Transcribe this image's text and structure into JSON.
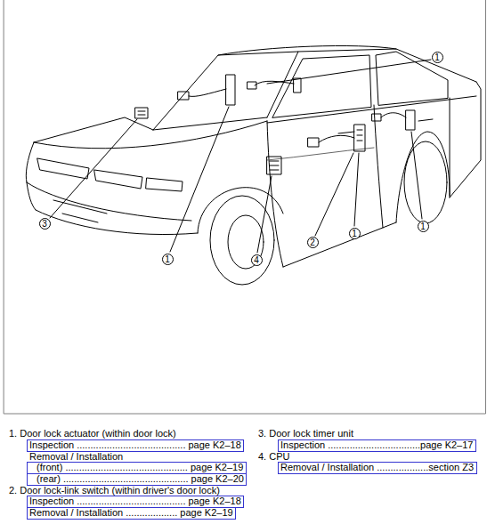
{
  "diagram": {
    "nodes": [
      {
        "text": [
          "Inspection ........................................ page K2–18"
        ]
      },
      {
        "text": [
          "(front) ............................................. page K2–19"
        ]
      },
      {
        "text": [
          "(rear) .............................................. page K2–20"
        ]
      },
      {
        "text": [
          "Inspection ........................................ page K2–18"
        ]
      },
      {
        "text": [
          "Removal / Installation ................... page K2–19"
        ]
      },
      {
        "text": [
          "Inspection ..................................page K2–17"
        ]
      },
      {
        "text": [
          "Removal / Installation ...................section Z3"
        ]
      }
    ],
    "labels": [
      "1",
      "1",
      "1",
      "1",
      "2",
      "3",
      "4",
      "1. Door lock actuator (within door lock)",
      "Removal / Installation",
      "2. Door lock-link switch (within driver's door lock)",
      "3. Door lock timer unit",
      "4. CPU"
    ]
  }
}
